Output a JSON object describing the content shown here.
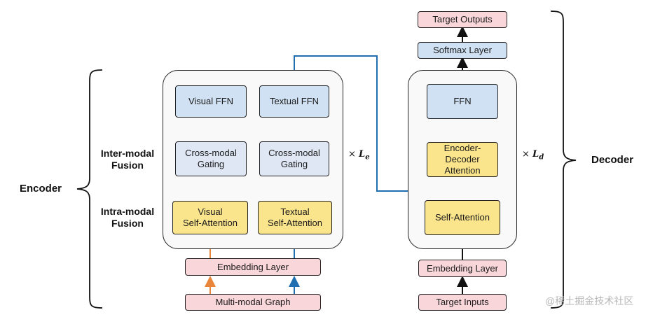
{
  "encoder": {
    "label": "Encoder",
    "inter_modal_label": "Inter-modal\nFusion",
    "intra_modal_label": "Intra-modal\nFusion",
    "visual_ffn": "Visual FFN",
    "textual_ffn": "Textual FFN",
    "cross_modal_gating_left": "Cross-modal\nGating",
    "cross_modal_gating_right": "Cross-modal\nGating",
    "visual_self_attention": "Visual\nSelf-Attention",
    "textual_self_attention": "Textual\nSelf-Attention",
    "embedding_layer": "Embedding Layer",
    "input": "Multi-modal Graph",
    "repeat_symbol": "×",
    "repeat_var": "L",
    "repeat_sub": "e"
  },
  "decoder": {
    "label": "Decoder",
    "target_outputs": "Target Outputs",
    "softmax_layer": "Softmax Layer",
    "ffn": "FFN",
    "enc_dec_attention": "Encoder-\nDecoder\nAttention",
    "self_attention": "Self-Attention",
    "embedding_layer": "Embedding Layer",
    "input": "Target Inputs",
    "repeat_symbol": "×",
    "repeat_var": "L",
    "repeat_sub": "d"
  },
  "watermark": "@稀土掘金技术社区",
  "colors": {
    "orange_arrow": "#e8853a",
    "blue_arrow": "#1f6fb0",
    "light_blue_arrow": "#6a9fd0",
    "black_arrow": "#111111",
    "pink_box": "#f9d6d9",
    "blue_box": "#cfe1f3",
    "yellow_box": "#fbe58c"
  }
}
